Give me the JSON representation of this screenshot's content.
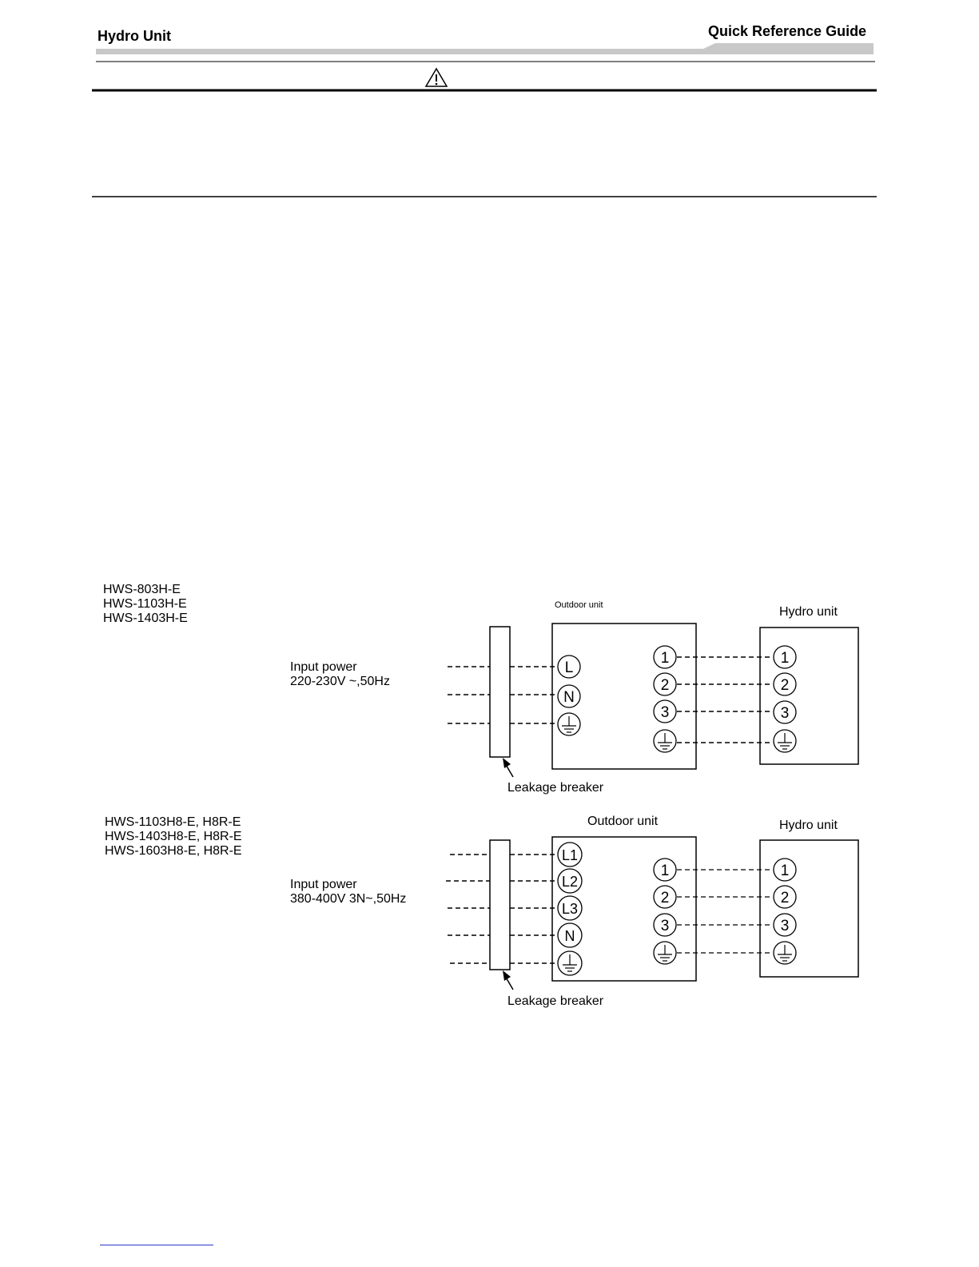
{
  "header": {
    "left_title": "Hydro Unit",
    "right_title": "Quick Reference Guide"
  },
  "diagram1": {
    "models": [
      "HWS-803H-E",
      "HWS-1103H-E",
      "HWS-1403H-E"
    ],
    "input_power_label": "Input power",
    "input_power_spec": "220-230V ~,50Hz",
    "outdoor_unit_label": "Outdoor unit",
    "hydro_unit_label": "Hydro unit",
    "leakage_breaker_label": "Leakage breaker",
    "outdoor_input_terminals": [
      "L",
      "N"
    ],
    "link_terminals": [
      "1",
      "2",
      "3"
    ]
  },
  "diagram2": {
    "models": [
      "HWS-1103H8-E, H8R-E",
      "HWS-1403H8-E, H8R-E",
      "HWS-1603H8-E, H8R-E"
    ],
    "input_power_label": "Input power",
    "input_power_spec": "380-400V 3N~,50Hz",
    "outdoor_unit_label": "Outdoor unit",
    "hydro_unit_label": "Hydro unit",
    "leakage_breaker_label": "Leakage breaker",
    "outdoor_input_terminals": [
      "L1",
      "L2",
      "L3",
      "N"
    ],
    "link_terminals": [
      "1",
      "2",
      "3"
    ]
  },
  "icons": {
    "warning": "warning-triangle-icon",
    "ground": "ground-symbol-icon"
  }
}
